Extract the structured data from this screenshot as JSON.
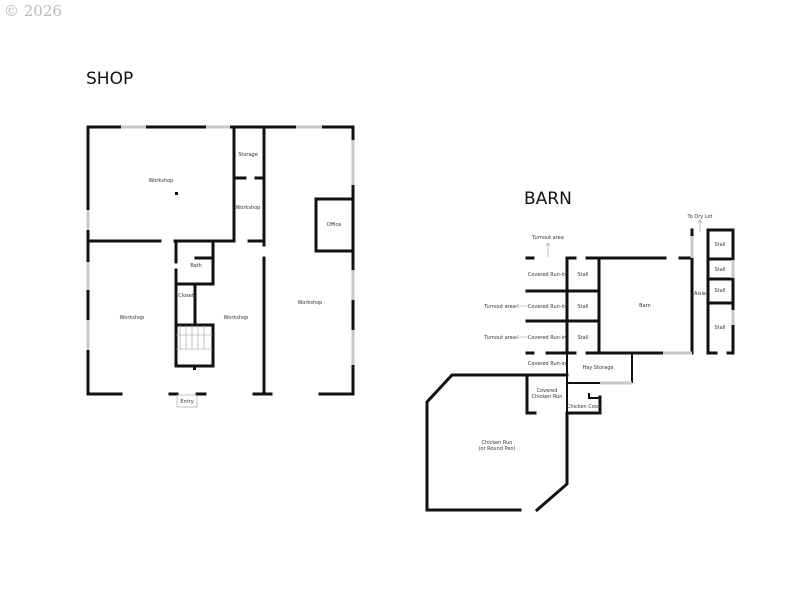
{
  "watermark": "© 2026",
  "shop": {
    "title": "SHOP",
    "rooms": [
      "Workshop",
      "Storage",
      "Workshop",
      "Office",
      "Bath",
      "Closet",
      "Workshop",
      "Workshop",
      "Workshop",
      "Entry"
    ]
  },
  "barn": {
    "title": "BARN",
    "labels": {
      "to_dry_lot": "To Dry Lot",
      "turnout_top": "Turnout area",
      "turnout_mid": "Turnout area",
      "turnout_low": "Turnout area",
      "runin_1": "Covered Run-in",
      "runin_2": "Covered Run-in",
      "runin_3": "Covered Run-in",
      "runin_4": "Covered Run-in",
      "stall_1": "Stall",
      "stall_2": "Stall",
      "stall_3": "Stall",
      "barn": "Barn",
      "aisle": "Aisle",
      "stall_r1": "Stall",
      "stall_r2": "Stall",
      "stall_r3": "Stall",
      "stall_r4": "Stall",
      "hay": "Hay Storage",
      "covered_chicken_1": "Covered",
      "covered_chicken_2": "Chicken Run",
      "coop": "Chicken Coop",
      "chicken_run_1": "Chicken Run",
      "chicken_run_2": "(or Round Pen)"
    }
  }
}
